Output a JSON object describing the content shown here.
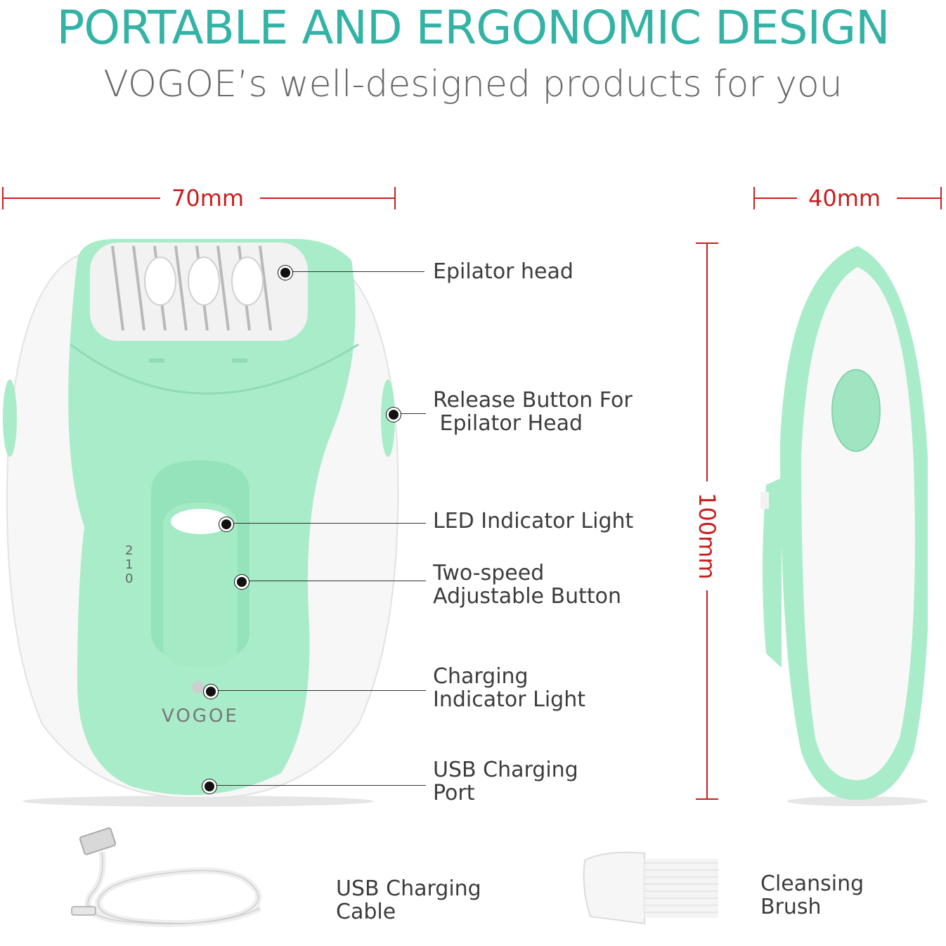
{
  "header": {
    "title": "PORTABLE AND ERGONOMIC DESIGN",
    "subtitle": "VOGOE’s well-designed products for you"
  },
  "dimensions": {
    "width": "70mm",
    "depth": "40mm",
    "height": "100mm"
  },
  "product": {
    "brand": "VOGOE",
    "speed_marks": [
      "2",
      "1",
      "0"
    ]
  },
  "callouts": [
    {
      "label": "Epilator head"
    },
    {
      "label": "Release Button For\n Epilator Head"
    },
    {
      "label": "LED Indicator Light"
    },
    {
      "label": "Two-speed\nAdjustable Button"
    },
    {
      "label": "Charging\nIndicator Light"
    },
    {
      "label": "USB Charging\nPort"
    }
  ],
  "accessories": [
    {
      "label": "USB Charging\nCable"
    },
    {
      "label": "Cleansing\nBrush"
    }
  ],
  "colors": {
    "accent_teal": "#33b3a6",
    "mint": "#a9ecc9",
    "dimension_red": "#c81e1e"
  }
}
